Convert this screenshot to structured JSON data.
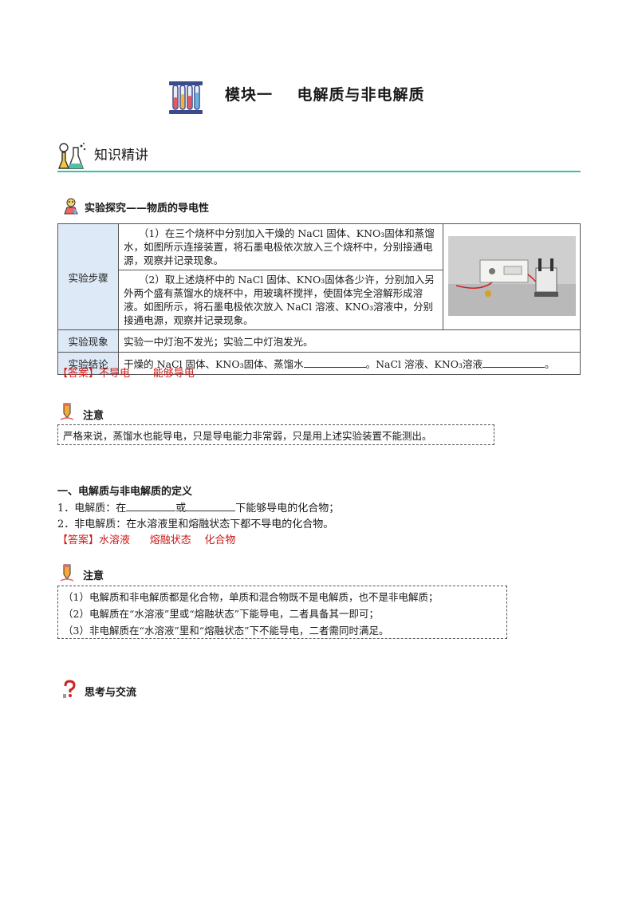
{
  "header": {
    "title": "模块一    电解质与非电解质"
  },
  "banner": {
    "label": "知识精讲"
  },
  "experiment": {
    "title": "实验探究——物质的导电性",
    "rows": {
      "steps_label": "实验步骤",
      "step1": "（1）在三个烧杯中分别加入干燥的 NaCl 固体、KNO₃固体和蒸馏水，如图所示连接装置，将石墨电极依次放入三个烧杯中，分别接通电源，观察并记录现象。",
      "step2": "（2）取上述烧杯中的 NaCl 固体、KNO₃固体各少许，分别加入另外两个盛有蒸馏水的烧杯中，用玻璃杯搅拌，使固体完全溶解形成溶液。如图所示，将石墨电极依次放入 NaCl 溶液、KNO₃溶液中，分别接通电源，观察并记录现象。",
      "phenomenon_label": "实验现象",
      "phenomenon": "实验一中灯泡不发光；实验二中灯泡发光。",
      "conclusion_label": "实验结论",
      "conclusion_a": "干燥的 NaCl 固体、KNO₃固体、蒸馏水",
      "conclusion_b": "。NaCl 溶液、KNO₃溶液",
      "conclusion_end": "。"
    },
    "answer": "【答案】不导电       能够导电"
  },
  "note1": {
    "title": "注意",
    "text": "严格来说，蒸馏水也能导电，只是导电能力非常弱，只是用上述实验装置不能测出。"
  },
  "definitions": {
    "heading": "一、电解质与非电解质的定义",
    "line1_a": "1．电解质：在",
    "line1_b": "或",
    "line1_c": "下能够导电的化合物；",
    "line2": "2．非电解质：在水溶液里和熔融状态下都不导电的化合物。",
    "answer": "【答案】水溶液      熔融状态    化合物"
  },
  "note2": {
    "title": "注意",
    "items": [
      "（1）电解质和非电解质都是化合物，单质和混合物既不是电解质，也不是非电解质；",
      "（2）电解质在“水溶液”里或“熔融状态”下能导电，二者具备其一即可；",
      "（3）非电解质在“水溶液”里和“熔融状态”下不能导电，二者需同时满足。"
    ]
  },
  "discussion": {
    "title": "思考与交流"
  },
  "colors": {
    "accent": "#35c4a3",
    "answer_red": "#cc1a1a",
    "table_head": "#dde9f6"
  }
}
